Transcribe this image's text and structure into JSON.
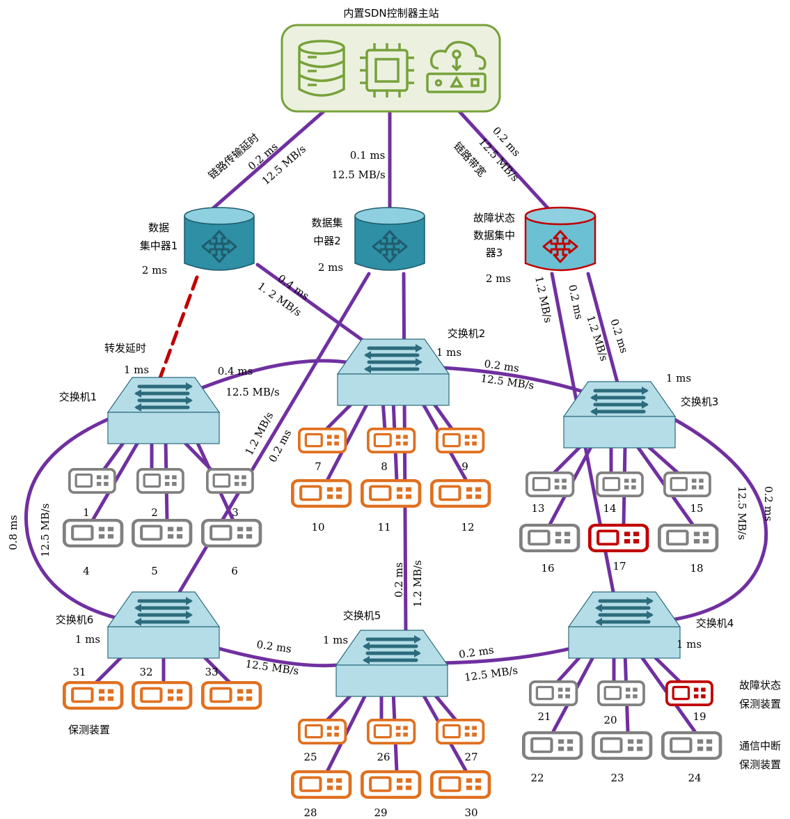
{
  "controller": {
    "title": "内置SDN控制器主站"
  },
  "concentrators": {
    "c1": {
      "name_line1": "数据",
      "name_line2": "集中器1",
      "delay": "2 ms"
    },
    "c2": {
      "name_line1": "数据集",
      "name_line2": "中器2",
      "delay": "2 ms"
    },
    "c3": {
      "name_line1": "故障状态",
      "name_line2": "数据集中",
      "name_line3": "器3",
      "delay": "2 ms"
    }
  },
  "switches": {
    "s1": {
      "name": "交换机1",
      "delay": "1 ms"
    },
    "s2": {
      "name": "交换机2",
      "delay": "1 ms"
    },
    "s3": {
      "name": "交换机3",
      "delay": "1 ms"
    },
    "s4": {
      "name": "交换机4",
      "delay": "1 ms"
    },
    "s5": {
      "name": "交换机5",
      "delay": "1 ms"
    },
    "s6": {
      "name": "交换机6",
      "delay": "1 ms"
    }
  },
  "annotations": {
    "link_delay": "链路传输延时",
    "link_bandwidth": "链路带宽",
    "forward_delay": "转发延时"
  },
  "links": {
    "ctrl_c1_delay": "0.2 ms",
    "ctrl_c1_bw": "12.5 MB/s",
    "ctrl_c2_delay": "0.1 ms",
    "ctrl_c2_bw": "12.5 MB/s",
    "ctrl_c3_delay": "0.2 ms",
    "ctrl_c3_bw": "12.5 MB/s",
    "c1_s2_delay": "0.4 ms",
    "c1_s2_bw": "1. 2 MB/s",
    "c2_s6_bw": "1.2 MB/s",
    "c2_s6_delay": "0.2 ms",
    "c3_s4_bw": "1.2 MB/s",
    "c3_s4_delay": "0.2 ms",
    "c3_s3_bw": "1.2 MB/s",
    "c3_s3_delay": "0.2 ms",
    "s1_s2_delay": "0.4 ms",
    "s1_s2_bw": "12.5 MB/s",
    "s2_s3_delay": "0.2 ms",
    "s2_s3_bw": "12.5 MB/s",
    "s1_s6_delay": "0.8 ms",
    "s1_s6_bw": "12.5 MB/s",
    "s3_s4_bw": "12.5 MB/s",
    "s3_s4_delay": "0.2 ms",
    "s6_s5_delay": "0.2 ms",
    "s6_s5_bw": "12.5 MB/s",
    "s5_s4_delay": "0.2 ms",
    "s5_s4_bw": "12.5 MB/s",
    "c2_s5_delay": "0.2 ms",
    "c2_s5_bw": "1.2 MB/s"
  },
  "devices": [
    "1",
    "2",
    "3",
    "4",
    "5",
    "6",
    "7",
    "8",
    "9",
    "10",
    "11",
    "12",
    "13",
    "14",
    "15",
    "16",
    "17",
    "18",
    "19",
    "20",
    "21",
    "22",
    "23",
    "24",
    "25",
    "26",
    "27",
    "28",
    "29",
    "30",
    "31",
    "32",
    "33"
  ],
  "legend": {
    "protection": "保测装置",
    "fault_line1": "故障状态",
    "fault_line2": "保测装置",
    "comm_line1": "通信中断",
    "comm_line2": "保测装置"
  },
  "colors": {
    "link": "#7030a0",
    "fault": "#c00000",
    "normal_device": "#e07020",
    "offline_device": "#808080",
    "controller_fill": "#ebf1de",
    "controller_stroke": "#77a13b",
    "switch_fill": "#b5dde8",
    "icon": "#2c6b7c"
  }
}
